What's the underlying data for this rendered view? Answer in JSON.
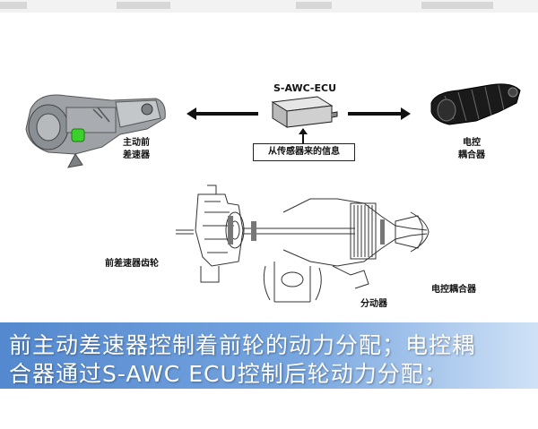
{
  "diagram": {
    "ecu_title": "S-AWC-ECU",
    "ecu_info": "从传感器来的信息",
    "front_diff_label_line1": "主动前",
    "front_diff_label_line2": "差速器",
    "coupler_label_line1": "电控",
    "coupler_label_line2": "耦合器",
    "front_gear_label": "前差速器齿轮",
    "transfer_label": "分动器",
    "coupler_label_bottom": "电控耦合器"
  },
  "caption": {
    "line1": "前主动差速器控制着前轮的动力分配；电控耦",
    "line2": "合器通过S-AWC ECU控制后轮动力分配；"
  },
  "colors": {
    "caption_band": "#4a86d0",
    "caption_text": "#ffffff",
    "highlight_green": "#39d12a"
  }
}
